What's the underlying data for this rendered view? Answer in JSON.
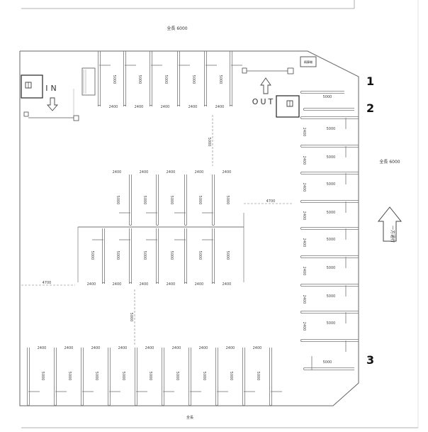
{
  "labels": {
    "top_width": "全長 6000",
    "right_width": "全長 6000",
    "bottom_caption": "全長",
    "entry": "IN",
    "exit": "OUT",
    "direction": "一方通行",
    "equipment": "精算機"
  },
  "markers": [
    "1",
    "2",
    "3"
  ],
  "dimensions": {
    "bay_width": "2400",
    "bay_depth": "5000",
    "aisle_v1": "5000",
    "aisle_v2": "5000",
    "aisle_h1": "4700",
    "aisle_h2": "4700"
  },
  "colors": {
    "line": "#777777",
    "dark": "#222222",
    "frame": "#999999"
  }
}
